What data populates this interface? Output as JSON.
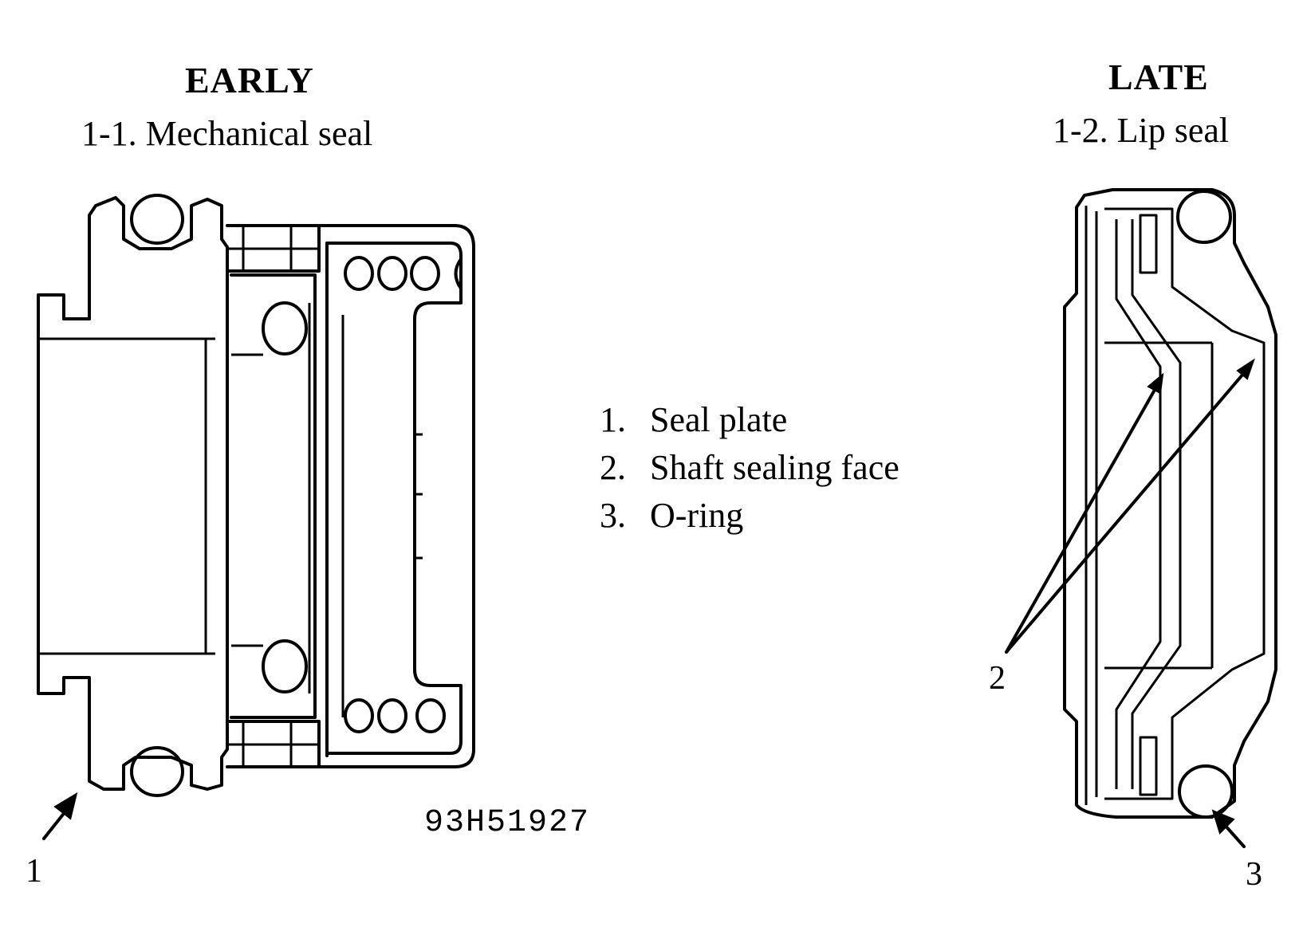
{
  "early": {
    "heading": "EARLY",
    "caption": "1-1.  Mechanical seal",
    "callout_1": "1"
  },
  "late": {
    "heading": "LATE",
    "caption": "1-2.  Lip seal",
    "callout_2": "2",
    "callout_3": "3"
  },
  "legend": [
    {
      "num": "1.",
      "label": "Seal plate"
    },
    {
      "num": "2.",
      "label": "Shaft sealing face"
    },
    {
      "num": "3.",
      "label": "O-ring"
    }
  ],
  "figure_code": "93H51927"
}
